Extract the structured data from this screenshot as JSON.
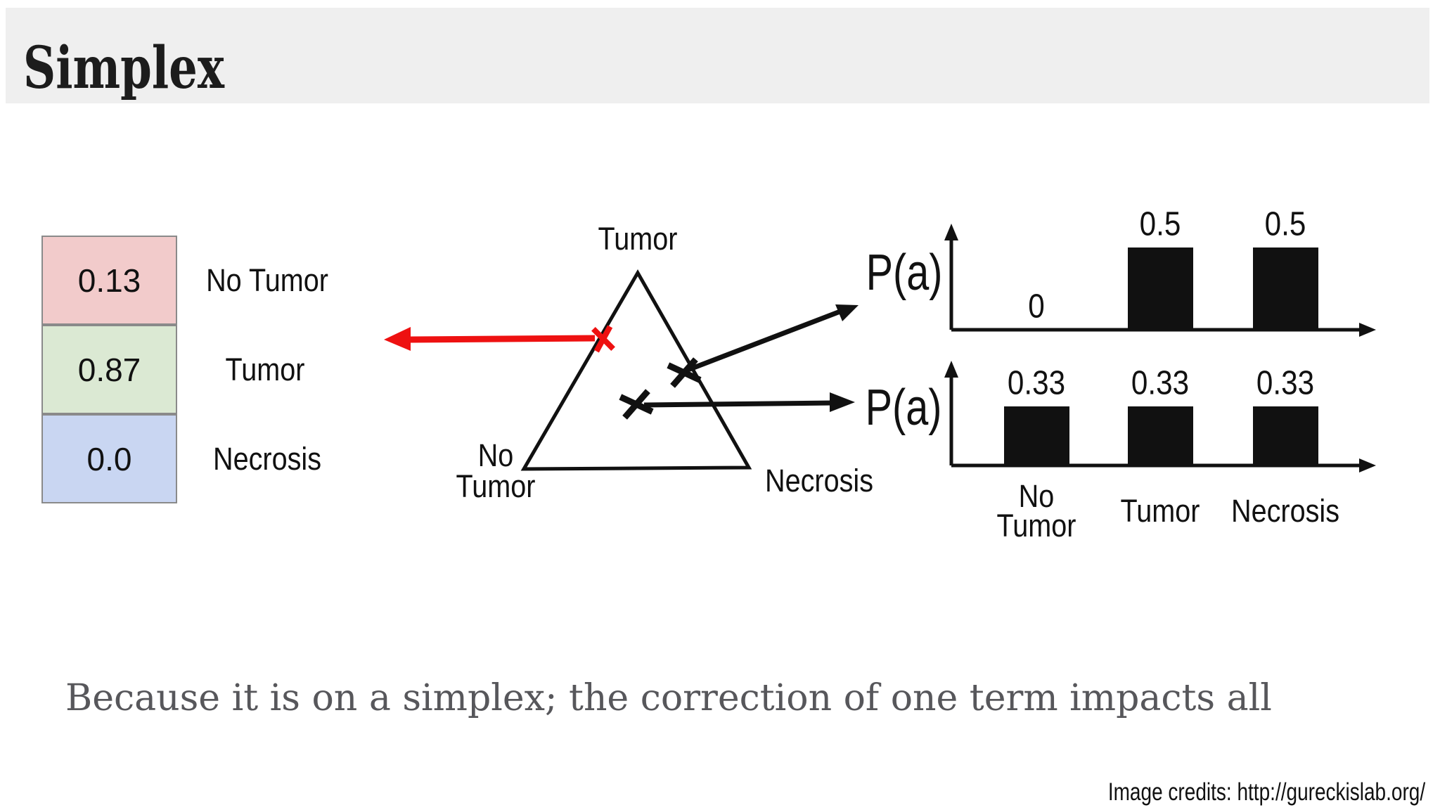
{
  "slide": {
    "title": "Simplex",
    "footer": "Because it is on a simplex; the correction of one term impacts all",
    "credits": "Image credits: http://gureckislab.org/"
  },
  "probability_table": {
    "rows": [
      {
        "value": "0.13",
        "label": "No Tumor",
        "color": "#f2cbcb"
      },
      {
        "value": "0.87",
        "label": "Tumor",
        "color": "#dbe9d3"
      },
      {
        "value": "0.0",
        "label": "Necrosis",
        "color": "#c9d6f2"
      }
    ]
  },
  "simplex": {
    "top_label": "Tumor",
    "bottom_left_label": "No\nTumor",
    "bottom_right_label": "Necrosis",
    "red": "#ee1111"
  },
  "chart_data": [
    {
      "type": "bar",
      "ylabel": "P(a)",
      "categories": [
        "No Tumor",
        "Tumor",
        "Necrosis"
      ],
      "values": [
        0,
        0.5,
        0.5
      ],
      "value_labels": [
        "0",
        "0.5",
        "0.5"
      ],
      "ylim": [
        0,
        0.6
      ],
      "grid": false,
      "show_category_labels": false
    },
    {
      "type": "bar",
      "ylabel": "P(a)",
      "categories": [
        "No\nTumor",
        "Tumor",
        "Necrosis"
      ],
      "values": [
        0.33,
        0.33,
        0.33
      ],
      "value_labels": [
        "0.33",
        "0.33",
        "0.33"
      ],
      "ylim": [
        0,
        0.4
      ],
      "grid": false,
      "show_category_labels": true
    }
  ]
}
